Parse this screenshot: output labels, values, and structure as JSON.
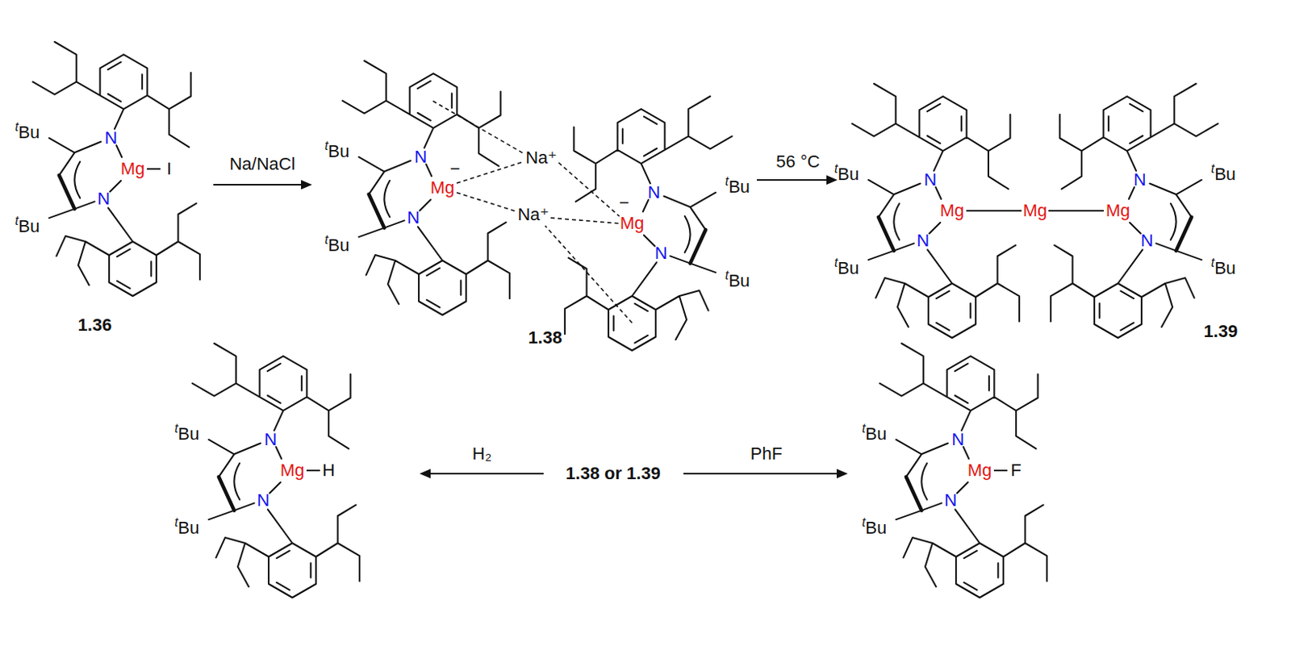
{
  "diagram": {
    "labels": [
      "tBu",
      "N",
      "Mg",
      "I",
      "N",
      "tBu",
      "1.36",
      "Na/NaCl",
      "tBu",
      "N",
      "Mg",
      "−",
      "N",
      "tBu",
      "Na⁺",
      "Na⁺",
      "−",
      "N",
      "Mg",
      "N",
      "tBu",
      "tBu",
      "1.38",
      "56 °C",
      "tBu",
      "N",
      "Mg",
      "N",
      "tBu",
      "Mg",
      "N",
      "Mg",
      "N",
      "tBu",
      "tBu",
      "1.39",
      "tBu",
      "N",
      "Mg",
      "H",
      "N",
      "tBu",
      "H₂",
      "1.38 or 1.39",
      "PhF",
      "tBu",
      "N",
      "Mg",
      "F",
      "N",
      "tBu"
    ]
  }
}
